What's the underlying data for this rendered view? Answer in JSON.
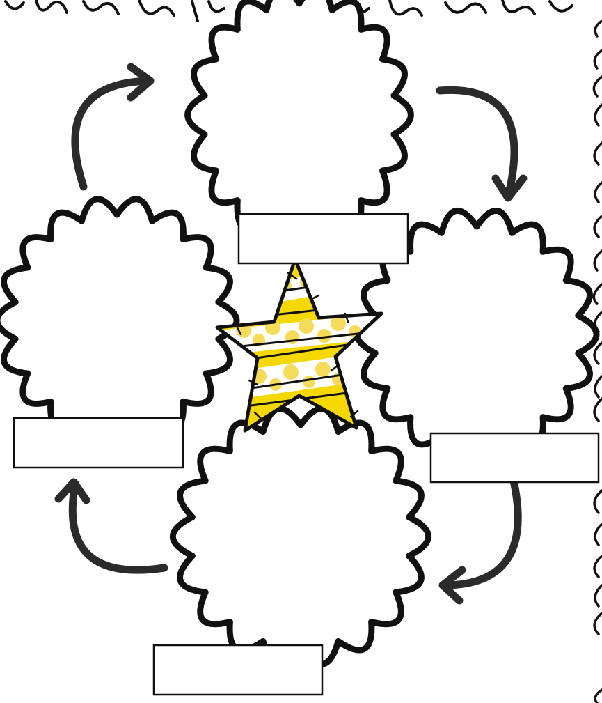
{
  "colors": {
    "outline": "#111111",
    "star_fill": "#f5d800",
    "star_dots": "#f4dc5a",
    "background": "#ffffff"
  },
  "diagram": {
    "title_text": "",
    "cycle": {
      "clouds": [
        {
          "name": "top-cloud",
          "label": ""
        },
        {
          "name": "right-cloud",
          "label": ""
        },
        {
          "name": "bottom-cloud",
          "label": ""
        },
        {
          "name": "left-cloud",
          "label": ""
        }
      ],
      "arrow_direction": "clockwise",
      "arrow_icons": [
        "curved-arrow-icon",
        "curved-arrow-icon",
        "curved-arrow-icon",
        "curved-arrow-icon"
      ]
    },
    "center_icon": "patched-star-icon"
  }
}
